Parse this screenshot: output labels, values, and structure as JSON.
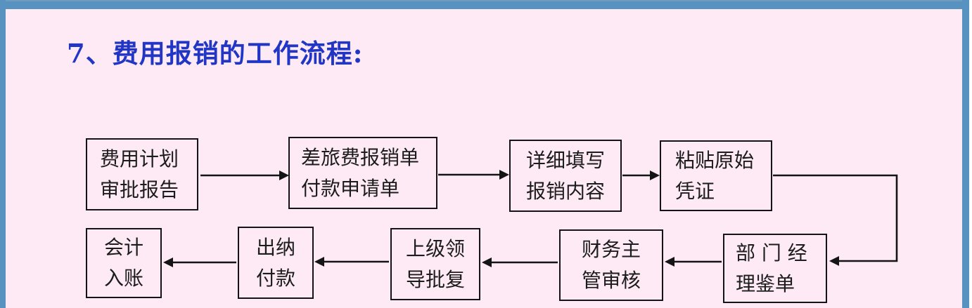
{
  "slide": {
    "title": "7、费用报销的工作流程:",
    "colors": {
      "frame_blue": "#5792c0",
      "slide_pink": "#fdeaf4",
      "title_blue": "#2236c6",
      "box_border_black": "#141414",
      "arrow_black": "#141414"
    }
  },
  "flow": {
    "direction": "top row left-to-right, then down, bottom row right-to-left",
    "nodes": [
      {
        "id": "expense-plan-approval-report",
        "line1": "费用计划",
        "line2": "审批报告"
      },
      {
        "id": "travel-expense-reimbursement-payment-request",
        "line1": "差旅费报销单",
        "line2": "付款申请单"
      },
      {
        "id": "fill-in-reimbursement-details",
        "line1": "详细填写",
        "line2": "报销内容"
      },
      {
        "id": "paste-original-vouchers",
        "line1": "粘贴原始",
        "line2": "凭证"
      },
      {
        "id": "department-manager-signs",
        "line1": "部 门 经",
        "line2": "理鉴单"
      },
      {
        "id": "finance-supervisor-review",
        "line1": "财务主",
        "line2": "管审核"
      },
      {
        "id": "senior-leader-approval",
        "line1": "上级领",
        "line2": "导批复"
      },
      {
        "id": "cashier-payment",
        "line1": "出纳",
        "line2": "付款"
      },
      {
        "id": "accounting-entry",
        "line1": "会计",
        "line2": "入账"
      }
    ]
  }
}
